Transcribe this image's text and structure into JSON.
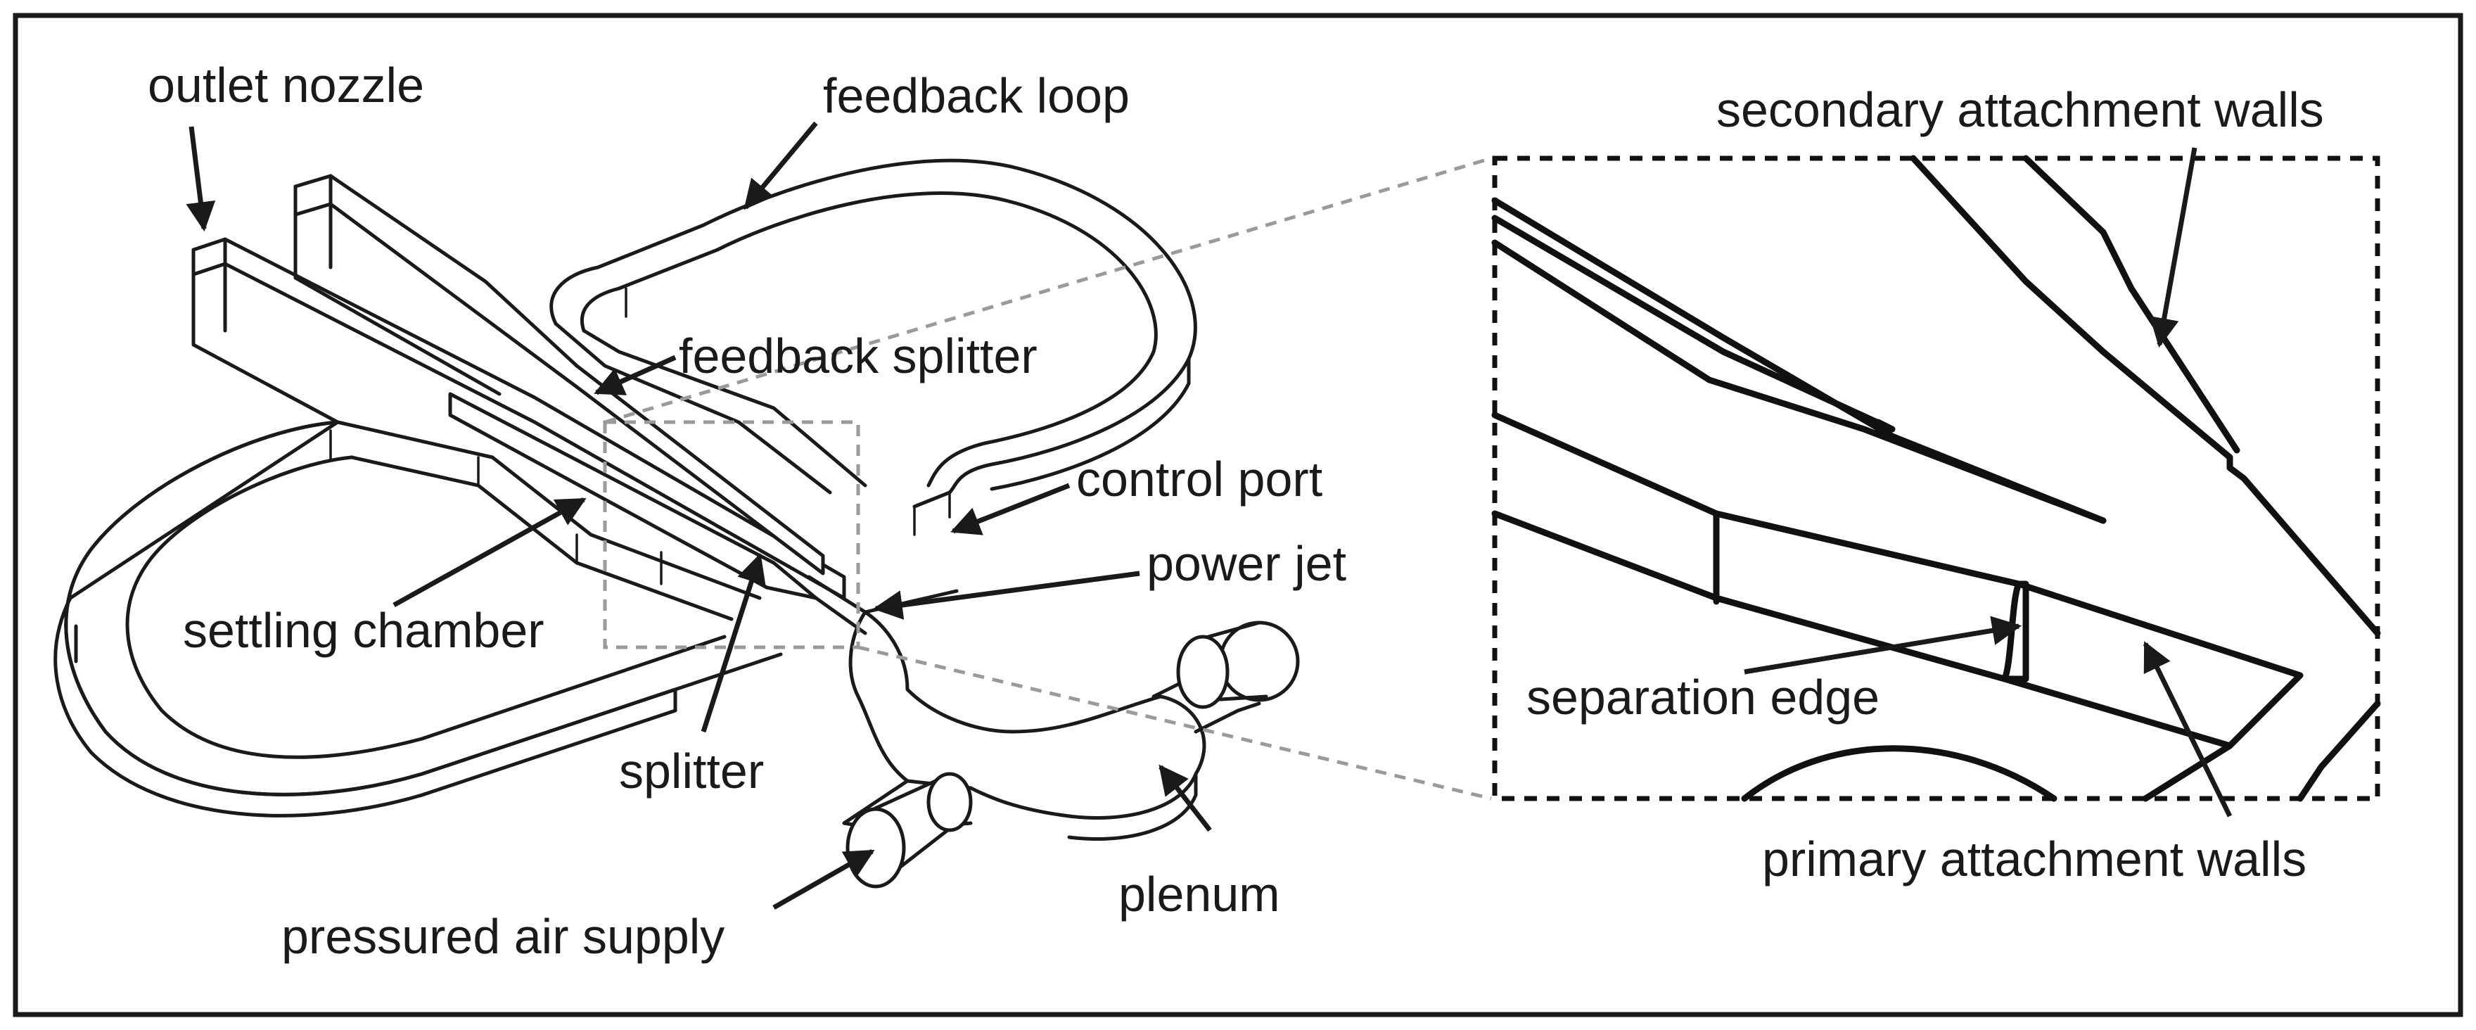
{
  "labels": {
    "outlet_nozzle": "outlet nozzle",
    "feedback_loop": "feedback loop",
    "feedback_splitter": "feedback splitter",
    "control_port": "control port",
    "power_jet": "power jet",
    "settling_chamber": "settling chamber",
    "splitter": "splitter",
    "plenum": "plenum",
    "pressured_air_supply": "pressured air supply",
    "secondary_attachment_walls": "secondary attachment walls",
    "separation_edge": "separation edge",
    "primary_attachment_walls": "primary attachment walls"
  }
}
